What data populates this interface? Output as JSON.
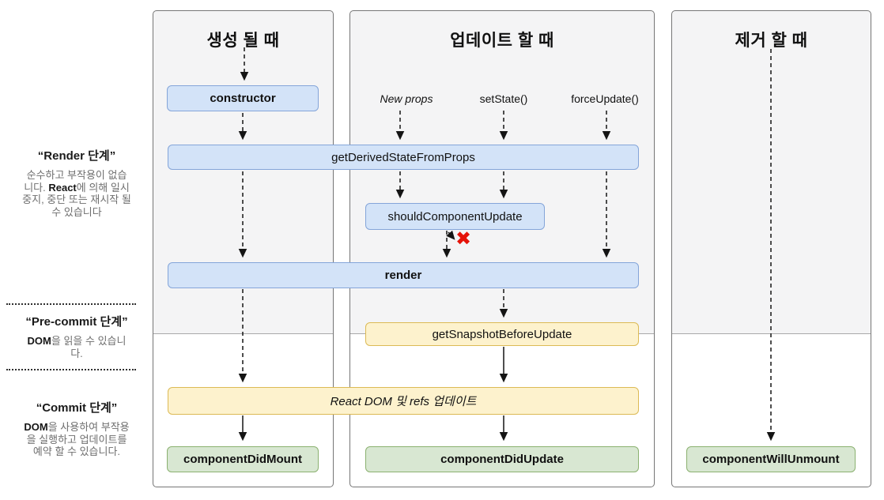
{
  "sidebar": {
    "phases": [
      {
        "title": "“Render 단계”",
        "desc": "순수하고 부작용이 없습\n니다. **React**에 의해 일시\n중지, 중단 또는 재시작 될\n수 있습니다"
      },
      {
        "title": "“Pre-commit 단계”",
        "desc": "**DOM**을 읽을 수 있습니\n다."
      },
      {
        "title": "“Commit 단계”",
        "desc": "**DOM**을 사용하여 부작용\n을 실행하고 업데이트를\n예약 할 수 있습니다."
      }
    ]
  },
  "columns": [
    {
      "title": "생성 될 때"
    },
    {
      "title": "업데이트 할 때"
    },
    {
      "title": "제거 할 때"
    }
  ],
  "triggers": {
    "new_props": "New props",
    "set_state": "setState()",
    "force_update": "forceUpdate()"
  },
  "boxes": {
    "constructor": "constructor",
    "get_derived": "getDerivedStateFromProps",
    "should_update": "shouldComponentUpdate",
    "render": "render",
    "get_snapshot": "getSnapshotBeforeUpdate",
    "react_dom": "React DOM 및 refs 업데이트",
    "did_mount": "componentDidMount",
    "did_update": "componentDidUpdate",
    "will_unmount": "componentWillUnmount"
  },
  "marks": {
    "skip_x": "✖"
  },
  "colors": {
    "box_blue_fill": "#d3e3f8",
    "box_blue_border": "#84a5d9",
    "box_yellow_fill": "#fdf2cd",
    "box_yellow_border": "#dcba55",
    "box_green_fill": "#d8e7d2",
    "box_green_border": "#8bb170",
    "panel_fill": "#f4f4f5",
    "panel_border": "#767676",
    "skip_x_red": "#e51309",
    "arrow": "#141414"
  }
}
